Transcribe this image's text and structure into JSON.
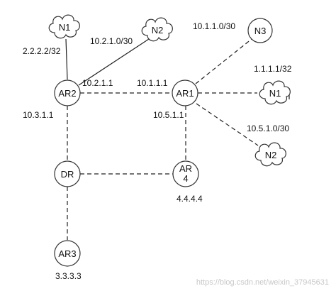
{
  "nodes": {
    "ar2": "AR2",
    "ar1": "AR1",
    "dr": "DR",
    "ar4_line1": "AR",
    "ar4_line2": "4",
    "ar3": "AR3",
    "n1_top": "N1",
    "n2_top": "N2",
    "n3": "N3",
    "n1_right": "N1",
    "n2_right": "N2"
  },
  "labels": {
    "n1_top_addr": "2.2.2.2/32",
    "n2_top_net": "10.2.1.0/30",
    "n3_net": "10.1.1.0/30",
    "n1_right_addr": "1.1.1.1/32",
    "ar2_to_ar1": "10.2.1.1",
    "ar1_to_ar2": "10.1.1.1",
    "ar2_to_dr": "10.3.1.1",
    "ar1_to_ar4": "10.5.1.1",
    "n2_right_net": "10.5.1.0/30",
    "ar4_addr": "4.4.4.4",
    "ar3_addr": "3.3.3.3"
  },
  "watermark": "https://blog.csdn.net/weixin_37945631"
}
